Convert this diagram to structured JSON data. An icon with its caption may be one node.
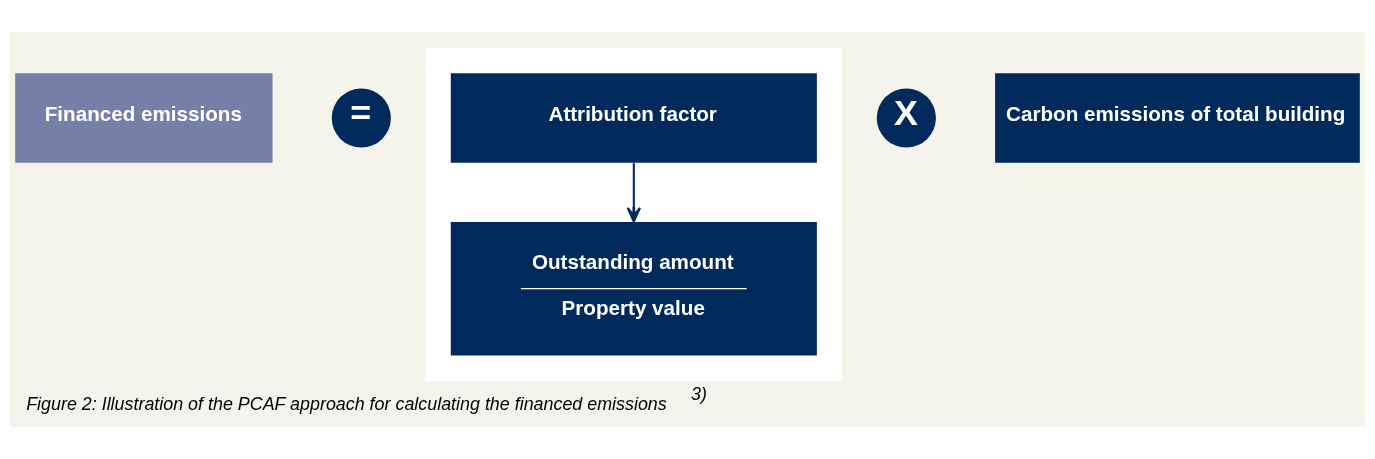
{
  "diagram": {
    "caption": "Figure 2: Illustration of the PCAF approach for calculating the financed emissions$^{3)}$",
    "nodes": [
      {
        "text": [
          "Financed emissions"
        ]
      },
      {
        "text": [
          "="
        ]
      },
      {
        "text": [],
        "shape": "box"
      },
      {
        "text": [
          "Attribution factor"
        ],
        "in": 2
      },
      {
        "text": [
          "Outstanding amount",
          "Property value"
        ],
        "in": 2
      },
      {
        "text": [
          "X"
        ]
      },
      {
        "text": [
          "Carbon emissions of total building"
        ]
      }
    ],
    "edges": [
      {
        "from": 3,
        "to": 4,
        "arrow": "to"
      }
    ]
  }
}
